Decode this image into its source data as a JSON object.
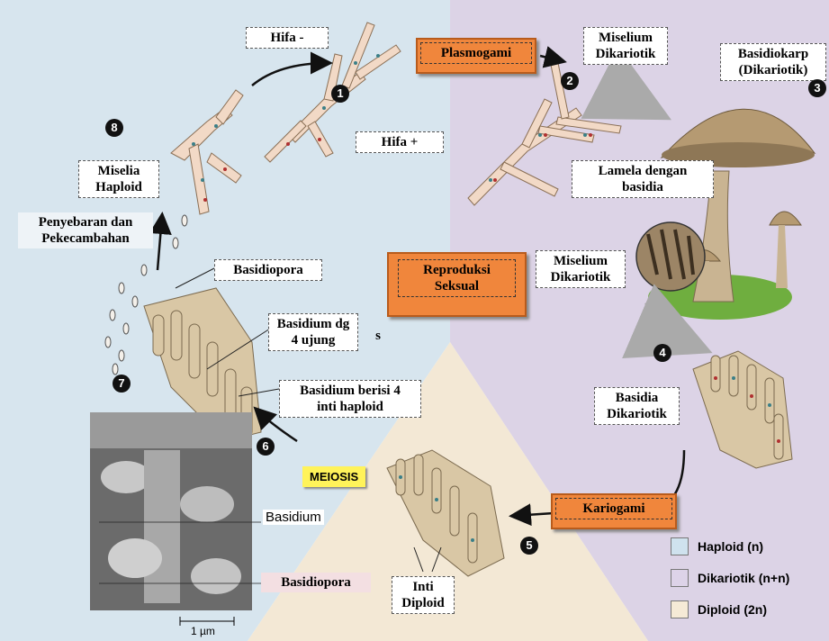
{
  "labels": {
    "hifa_minus": "Hifa -",
    "hifa_plus": "Hifa +",
    "plasmogami": "Plasmogami",
    "miselium_dikariotik_top_1": "Miselium",
    "miselium_dikariotik_top_2": "Dikariotik",
    "basidiokarp_1": "Basidiokarp",
    "basidiokarp_2": "(Dikariotik)",
    "lamela_1": "Lamela dengan",
    "lamela_2": "basidia",
    "miselia_haploid_1": "Miselia",
    "miselia_haploid_2": "Haploid",
    "penyebaran_1": "Penyebaran dan",
    "penyebaran_2": "Pekecambahan",
    "basidiopora_top": "Basidiopora",
    "reproduksi_1": "Reproduksi",
    "reproduksi_2": "Seksual",
    "miselium_dikariotik_mid_1": "Miselium",
    "miselium_dikariotik_mid_2": "Dikariotik",
    "basidium_dg_1": "Basidium dg",
    "basidium_dg_2": "4 ujung",
    "basidium_s": "s",
    "basidium_berisi_1": "Basidium berisi 4",
    "basidium_berisi_2": "inti haploid",
    "basidia_dikariotik_1": "Basidia",
    "basidia_dikariotik_2": "Dikariotik",
    "meiosis": "MEIOSIS",
    "kariogami": "Kariogami",
    "basidium_sem": "Basidium",
    "basidiopora_bottom": "Basidiopora",
    "inti_diploid_1": "Inti",
    "inti_diploid_2": "Diploid",
    "scale": "1 µm"
  },
  "steps": [
    "1",
    "2",
    "3",
    "4",
    "5",
    "6",
    "7",
    "8"
  ],
  "legend": [
    {
      "label": "Haploid (n)",
      "color": "#cfe2ee"
    },
    {
      "label": "Dikariotik (n+n)",
      "color": "#ddd3e8"
    },
    {
      "label": "Diploid (2n)",
      "color": "#f5ead6"
    }
  ],
  "colors": {
    "haploid_bg": "#d7e5ee",
    "dikaryotic_bg": "#dcd3e6",
    "diploid_bg": "#f3e8d5",
    "accent_orange": "#f0863c",
    "meiosis_yellow": "#fff35a"
  }
}
